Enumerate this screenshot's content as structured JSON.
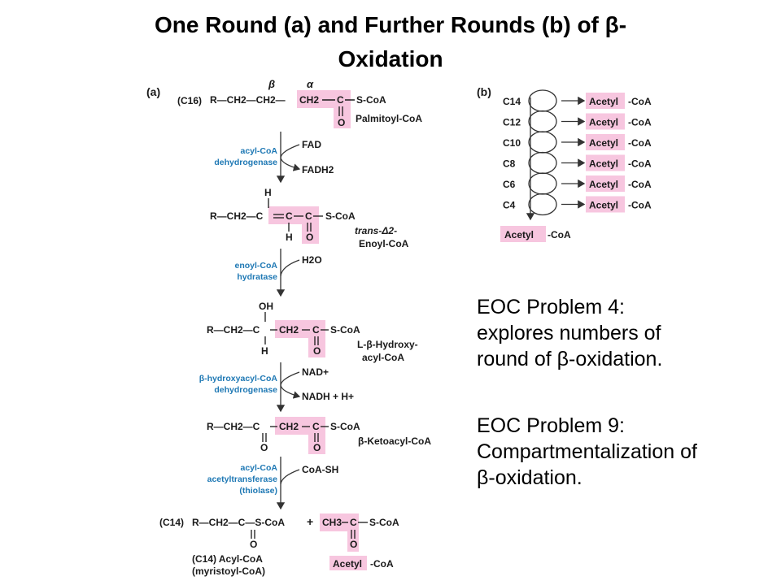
{
  "title": {
    "line1": "One Round (a) and Further Rounds (b)  of β-",
    "line2": "Oxidation"
  },
  "colors": {
    "highlight": "#f7c6df",
    "enzyme_text": "#1e78b4",
    "text": "#1a1a1a"
  },
  "panel_a": {
    "label": "(a)",
    "greek_beta": "β",
    "greek_alpha": "α",
    "palmitoyl": {
      "chain": "(C16)",
      "formula_left": "R—CH2—CH2—",
      "ch2": "CH2",
      "carbonyl": "C",
      "s_coa": "S-CoA",
      "oxygen": "O",
      "name": "Palmitoyl-CoA"
    },
    "step1": {
      "enzyme1": "acyl-CoA",
      "enzyme2": "dehydrogenase",
      "in": "FAD",
      "out": "FADH2"
    },
    "enoyl": {
      "formula_left": "R—CH2—C",
      "h_top": "H",
      "c2": "C",
      "c1": "C",
      "s_coa": "S-CoA",
      "h_bottom": "H",
      "oxygen": "O",
      "name1": "trans-Δ2-",
      "name2": "Enoyl-CoA"
    },
    "step2": {
      "enzyme1": "enoyl-CoA",
      "enzyme2": "hydratase",
      "in": "H2O"
    },
    "hydroxy": {
      "formula_left": "R—CH2—C",
      "oh": "OH",
      "h": "H",
      "ch2": "CH2",
      "c": "C",
      "s_coa": "S-CoA",
      "oxygen": "O",
      "name1": "L-β-Hydroxy-",
      "name2": "acyl-CoA"
    },
    "step3": {
      "enzyme1": "β-hydroxyacyl-CoA",
      "enzyme2": "dehydrogenase",
      "in": "NAD+",
      "out": "NADH + H+"
    },
    "keto": {
      "formula_left": "R—CH2—C",
      "o_left": "O",
      "ch2": "CH2",
      "c": "C",
      "s_coa": "S-CoA",
      "o_right": "O",
      "name": "β-Ketoacyl-CoA"
    },
    "step4": {
      "enzyme1": "acyl-CoA",
      "enzyme2": "acetyltransferase",
      "enzyme3": "(thiolase)",
      "in": "CoA-SH"
    },
    "products": {
      "chain": "(C14)",
      "acyl_formula": "R—CH2—C—S-CoA",
      "o_acyl": "O",
      "plus": "+",
      "ch3": "CH3",
      "c": "C",
      "s_coa": "S-CoA",
      "o_acetyl": "O",
      "acyl_name1": "(C14) Acyl-CoA",
      "acyl_name2": "(myristoyl-CoA)",
      "acetyl_box": "Acetyl",
      "acetyl_coa": "-CoA"
    }
  },
  "panel_b": {
    "label": "(b)",
    "rounds": [
      {
        "carbon": "C14",
        "acetyl": "Acetyl",
        "coa": "-CoA"
      },
      {
        "carbon": "C12",
        "acetyl": "Acetyl",
        "coa": "-CoA"
      },
      {
        "carbon": "C10",
        "acetyl": "Acetyl",
        "coa": "-CoA"
      },
      {
        "carbon": "C8",
        "acetyl": "Acetyl",
        "coa": "-CoA"
      },
      {
        "carbon": "C6",
        "acetyl": "Acetyl",
        "coa": "-CoA"
      },
      {
        "carbon": "C4",
        "acetyl": "Acetyl",
        "coa": "-CoA"
      }
    ],
    "final": {
      "acetyl": "Acetyl",
      "coa": "-CoA"
    }
  },
  "notes": [
    {
      "line1": "EOC Problem 4:",
      "line2": "explores numbers of",
      "line3": "round of β-oxidation."
    },
    {
      "line1": "EOC Problem 9:",
      "line2": "Compartmentalization of",
      "line3": "β-oxidation."
    }
  ]
}
